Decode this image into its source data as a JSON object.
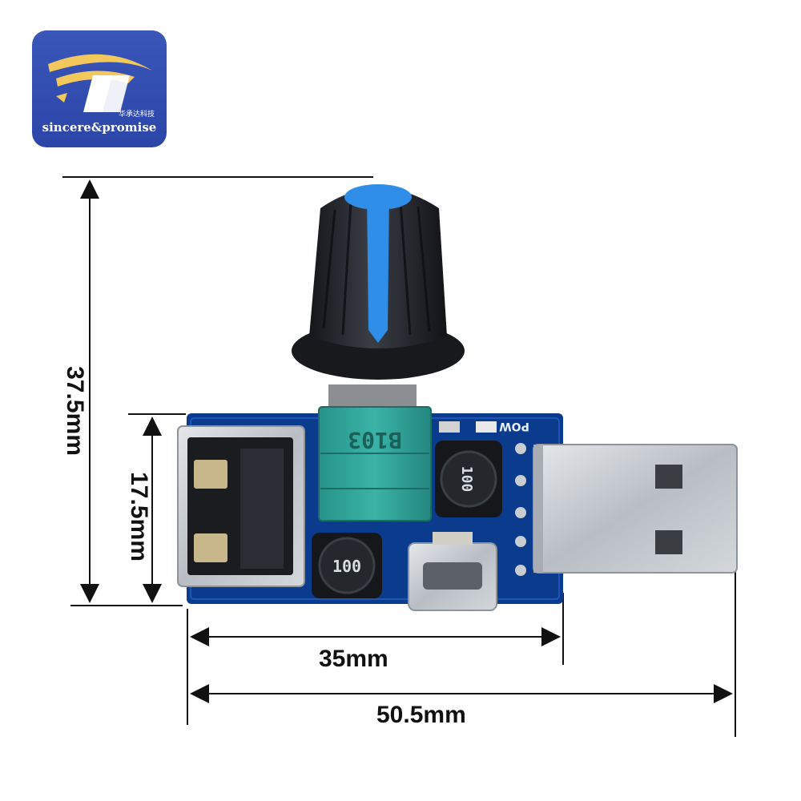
{
  "logo": {
    "brand_text": "sincere&promise",
    "chinese_text": "华承达科技",
    "colors": {
      "background": "#2f4cae",
      "swoosh": "#f2c75c",
      "letter": "#ffffff"
    }
  },
  "dimensions": {
    "total_height": "37.5mm",
    "board_height": "17.5mm",
    "board_width": "35mm",
    "total_width": "50.5mm"
  },
  "pcb_markings": {
    "potentiometer_code": "B103",
    "inductor_left": "100",
    "inductor_right": "100",
    "pow_label": "POW"
  },
  "colors": {
    "pcb": "#0b3b8c",
    "knob": "#1d2026",
    "knob_stripe": "#2f8ee8",
    "pot_body": "#2fa59a",
    "metal": "#c9cdd2"
  }
}
